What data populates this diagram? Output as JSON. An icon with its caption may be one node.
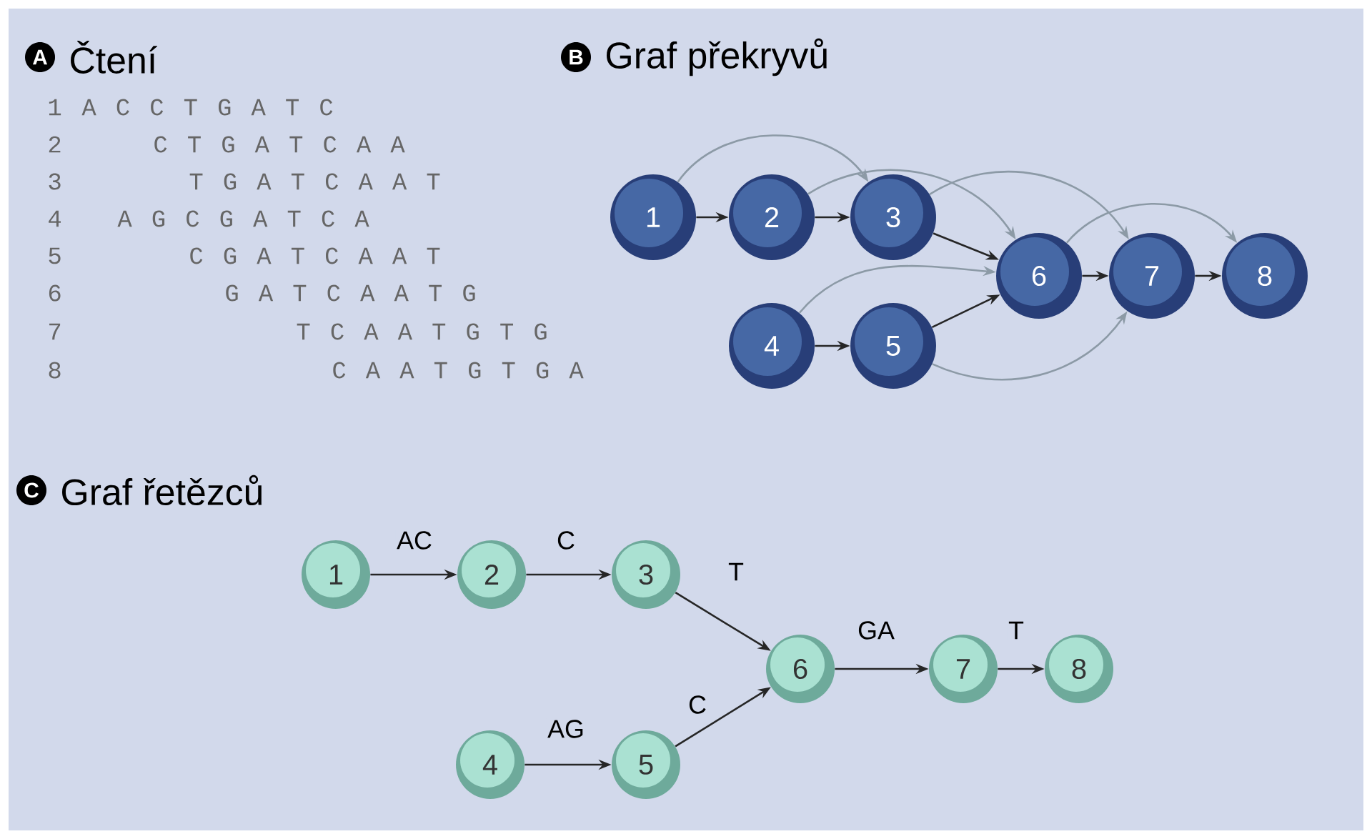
{
  "diagram": {
    "nodes": [
      {
        "text": [
          "A"
        ],
        "beside": [
          "Čtení"
        ]
      },
      {
        "text": [
          "B"
        ],
        "beside": [
          "Graf překryvů"
        ]
      },
      {
        "text": [
          "1"
        ]
      },
      {
        "text": [
          "2"
        ]
      },
      {
        "text": [
          "3"
        ]
      },
      {
        "text": [
          "4"
        ]
      },
      {
        "text": [
          "5"
        ]
      },
      {
        "text": [
          "6"
        ]
      },
      {
        "text": [
          "7"
        ]
      },
      {
        "text": [
          "8"
        ]
      },
      {
        "text": [
          "C"
        ],
        "beside": [
          "Graf řetězců"
        ]
      },
      {
        "text": [
          "1"
        ]
      },
      {
        "text": [
          "2"
        ]
      },
      {
        "text": [
          "3"
        ]
      },
      {
        "text": [
          "4"
        ]
      },
      {
        "text": [
          "5"
        ]
      },
      {
        "text": [
          "6"
        ]
      },
      {
        "text": [
          "7"
        ]
      },
      {
        "text": [
          "8"
        ]
      }
    ],
    "edges": [
      {
        "from": 2,
        "to": 3,
        "arrow": "to"
      },
      {
        "from": 3,
        "to": 4,
        "arrow": "to"
      },
      {
        "from": 4,
        "to": 7,
        "arrow": "to"
      },
      {
        "from": 5,
        "to": 6,
        "arrow": "to"
      },
      {
        "from": 6,
        "to": 7,
        "arrow": "to"
      },
      {
        "from": 7,
        "to": 8,
        "arrow": "to"
      },
      {
        "from": 8,
        "to": 9,
        "arrow": "to"
      },
      {
        "from": 2,
        "to": 4,
        "arrow": "to",
        "color": "#8c9aa6"
      },
      {
        "from": 3,
        "to": 7,
        "arrow": "to",
        "color": "#8c9aa6"
      },
      {
        "from": 4,
        "to": 8,
        "arrow": "to",
        "color": "#8c9aa6"
      },
      {
        "from": 5,
        "to": 7,
        "arrow": "to",
        "color": "#8c9aa6"
      },
      {
        "from": 6,
        "to": 8,
        "arrow": "to",
        "color": "#8c9aa6"
      },
      {
        "from": 7,
        "to": 9,
        "arrow": "to",
        "color": "#8c9aa6"
      },
      {
        "from": 11,
        "to": 12,
        "arrow": "to",
        "label": "AC"
      },
      {
        "from": 12,
        "to": 13,
        "arrow": "to",
        "label": "C"
      },
      {
        "from": 13,
        "to": 16,
        "arrow": "to",
        "label": "T"
      },
      {
        "from": 14,
        "to": 15,
        "arrow": "to",
        "label": "AG"
      },
      {
        "from": 15,
        "to": 16,
        "arrow": "to",
        "label": "C"
      },
      {
        "from": 16,
        "to": 17,
        "arrow": "to",
        "label": "GA"
      },
      {
        "from": 17,
        "to": 18,
        "arrow": "to",
        "label": "T"
      }
    ],
    "labels": [
      "1",
      "A C C T G A T C",
      "2",
      "C T G A T C A A",
      "3",
      "T G A T C A A T",
      "4",
      "A G C G A T C A",
      "5",
      "C G A T C A A T",
      "6",
      "G A T C A A T G",
      "7",
      "T C A A T G T G",
      "8",
      "C A A T G T G A"
    ]
  }
}
